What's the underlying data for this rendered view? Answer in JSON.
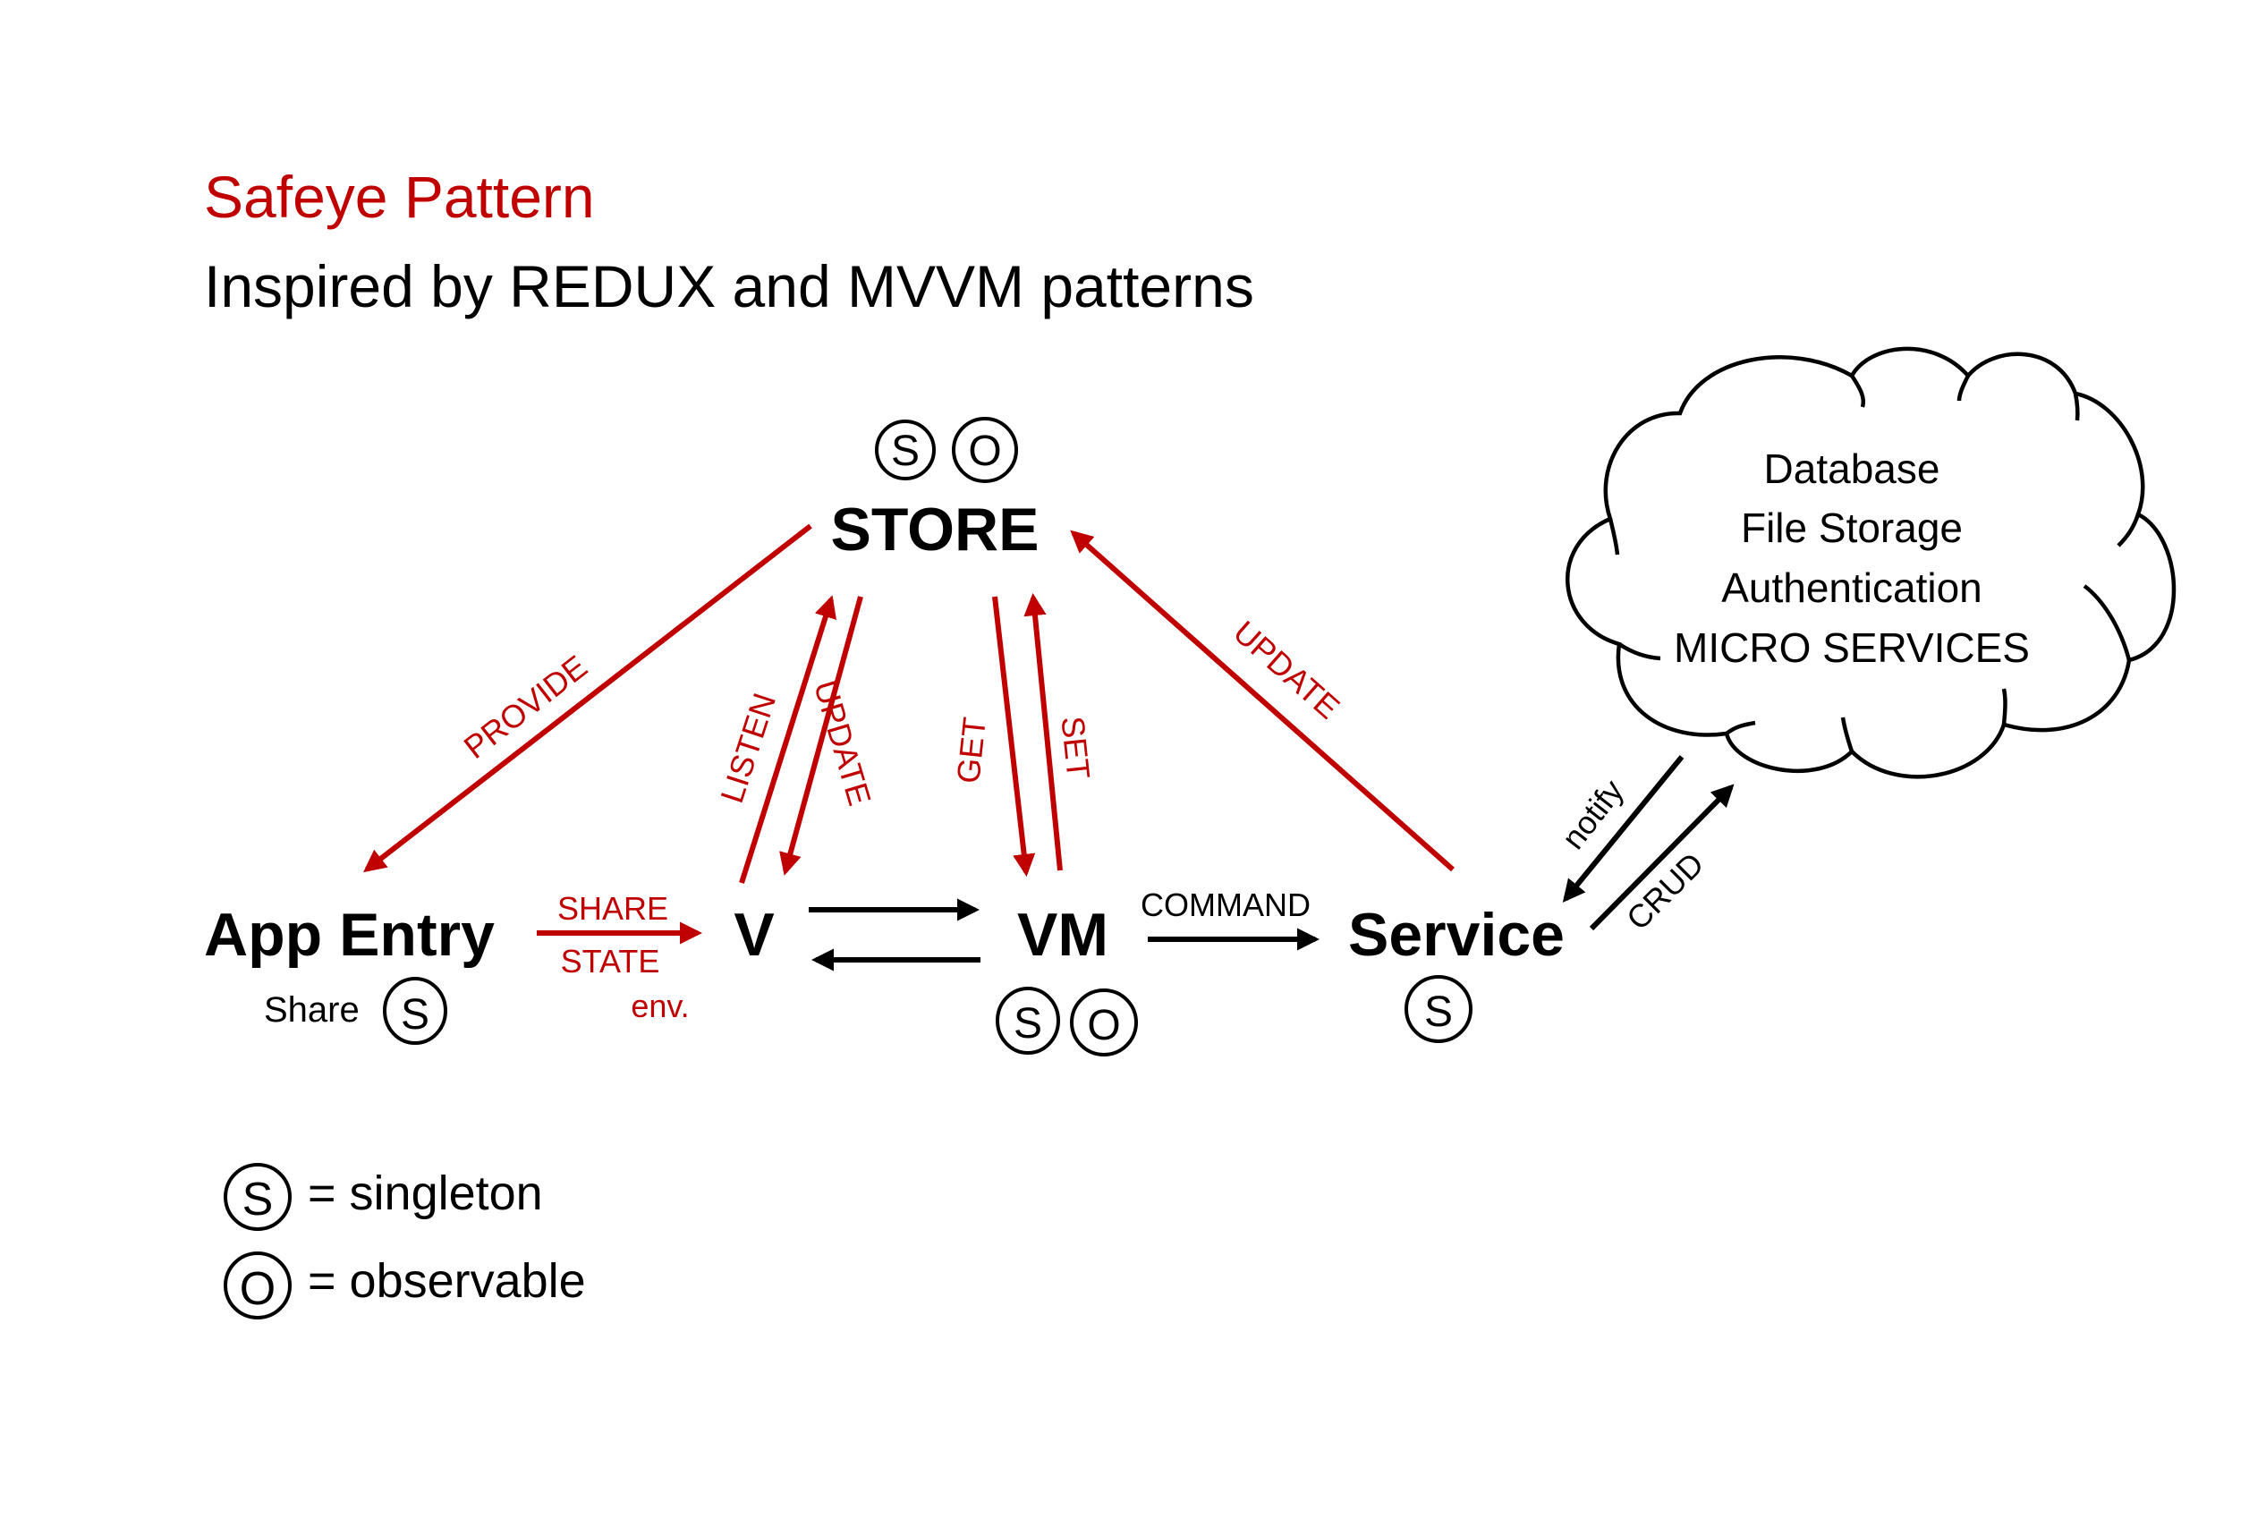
{
  "header": {
    "title": "Safeye Pattern",
    "subtitle": "Inspired by REDUX and MVVM patterns"
  },
  "colors": {
    "accent_red": "#c00000",
    "ink": "#000000",
    "background": "#ffffff"
  },
  "nodes": {
    "store": {
      "label": "STORE",
      "badges": [
        "S",
        "O"
      ]
    },
    "app_entry": {
      "label": "App Entry",
      "sub_label": "Share",
      "badges": [
        "S"
      ]
    },
    "view": {
      "label": "V",
      "badges": []
    },
    "view_model": {
      "label": "VM",
      "badges": [
        "S",
        "O"
      ]
    },
    "service": {
      "label": "Service",
      "badges": [
        "S"
      ]
    },
    "cloud": {
      "lines": [
        "Database",
        "File Storage",
        "Authentication",
        "MICRO SERVICES"
      ]
    }
  },
  "edges": {
    "provide": {
      "label": "PROVIDE",
      "from": "STORE",
      "to": "App Entry",
      "color": "red"
    },
    "share_state": {
      "label_top": "SHARE",
      "label_bottom": "STATE",
      "note": "env.",
      "from": "App Entry",
      "to": "V",
      "color": "red"
    },
    "listen": {
      "label": "LISTEN",
      "from": "V",
      "to": "STORE",
      "color": "red"
    },
    "update_v": {
      "label": "UPDATE",
      "from": "STORE",
      "to": "V",
      "color": "red"
    },
    "get": {
      "label": "GET",
      "from": "STORE",
      "to": "VM",
      "color": "red"
    },
    "set": {
      "label": "SET",
      "from": "VM",
      "to": "STORE",
      "color": "red"
    },
    "update_service": {
      "label": "UPDATE",
      "from": "Service",
      "to": "STORE",
      "color": "red"
    },
    "v_to_vm": {
      "label": "",
      "from": "V",
      "to": "VM",
      "color": "black"
    },
    "vm_to_v": {
      "label": "",
      "from": "VM",
      "to": "V",
      "color": "black"
    },
    "command": {
      "label": "COMMAND",
      "from": "VM",
      "to": "Service",
      "color": "black"
    },
    "notify": {
      "label": "notify",
      "from": "Cloud",
      "to": "Service",
      "color": "black"
    },
    "crud": {
      "label": "CRUD",
      "from": "Service",
      "to": "Cloud",
      "color": "black"
    }
  },
  "legend": [
    {
      "badge": "S",
      "text": "= singleton"
    },
    {
      "badge": "O",
      "text": "= observable"
    }
  ]
}
